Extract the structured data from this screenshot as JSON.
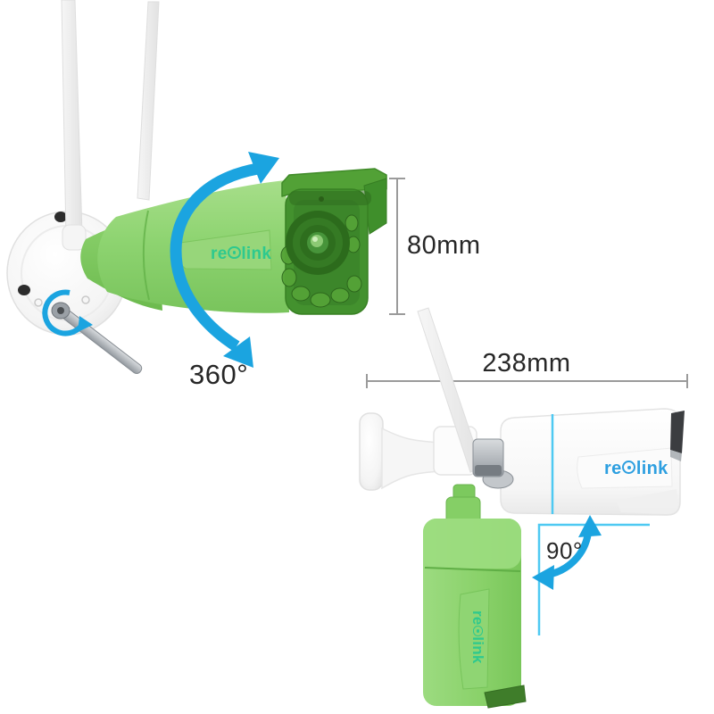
{
  "diagram_title": "security-camera-dimensions-diagram",
  "labels": {
    "rotation": "360°",
    "height": "80mm",
    "length": "238mm",
    "angle": "90°"
  },
  "logo": {
    "pre": "re",
    "post": "link"
  },
  "colors": {
    "body_green": "#8ed471",
    "face_green": "#43912e",
    "hood_green": "#52a136",
    "arrow_blue": "#1ba4e0",
    "seam_cyan": "#4ec9f2",
    "logo_blue": "#2d9fe0",
    "logo_green": "#2ec98e",
    "dim_line": "#9b9b9b",
    "text": "#272727"
  }
}
